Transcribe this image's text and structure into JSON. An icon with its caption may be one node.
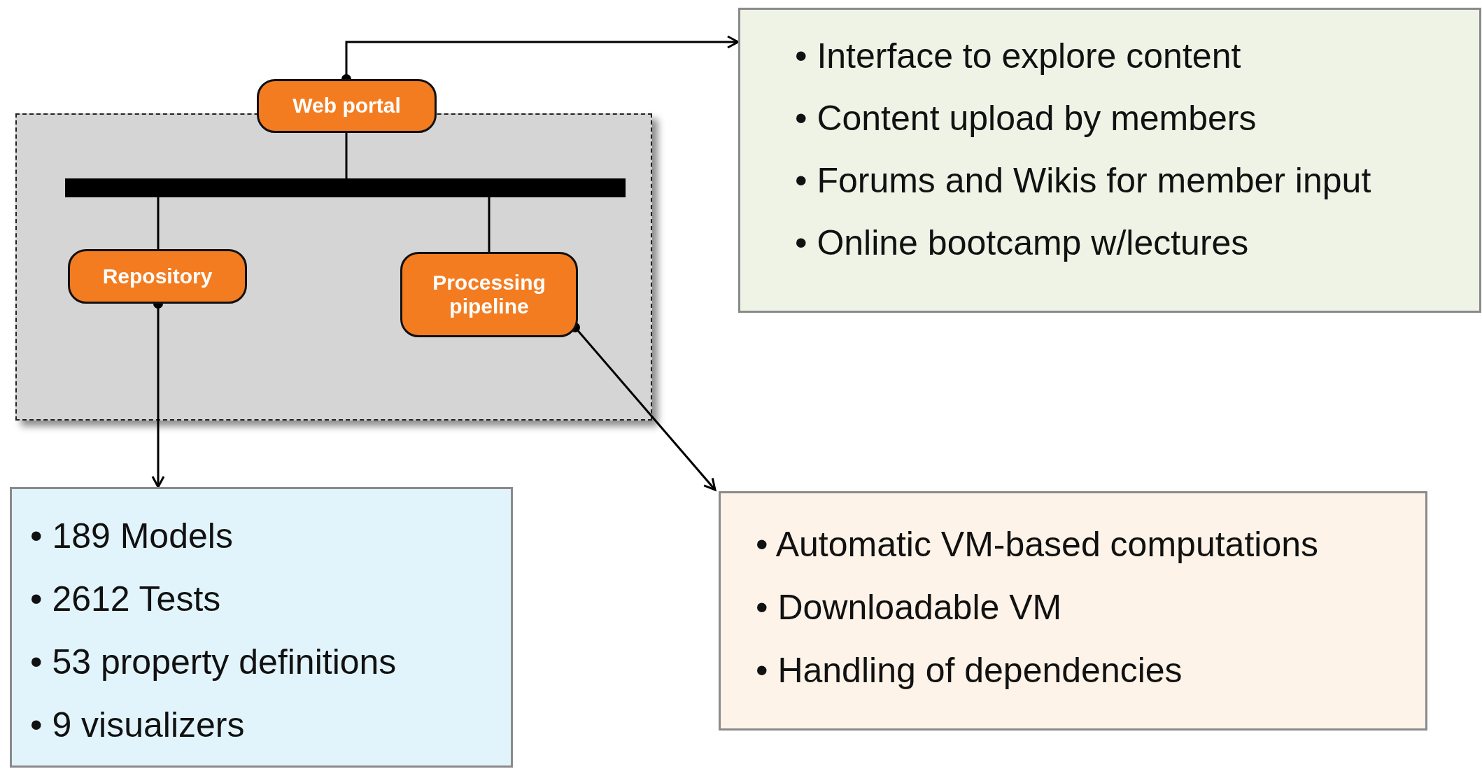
{
  "diagram": {
    "nodes": [
      {
        "text": [],
        "shape": "box"
      },
      {
        "text": [
          "Web portal"
        ]
      },
      {
        "text": [],
        "shape": "bar",
        "in": 0
      },
      {
        "text": [
          "Repository"
        ],
        "in": 0
      },
      {
        "text": [
          "Processing pipeline"
        ],
        "in": 0
      },
      {
        "text": [
          "• Interface to explore content",
          "• Content upload by members",
          "• Forums and Wikis for member input",
          "• Online bootcamp w/lectures"
        ]
      },
      {
        "text": [
          "• 189 Models",
          "• 2612 Tests",
          "• 53 property definitions",
          "• 9 visualizers"
        ]
      },
      {
        "text": [
          "• Automatic VM-based computations",
          "• Downloadable VM",
          "• Handling of dependencies"
        ]
      }
    ],
    "edges": [
      {
        "from": 1,
        "to": 5,
        "arrow": "to"
      },
      {
        "from": 1,
        "to": 2,
        "arrow": "none"
      },
      {
        "from": 2,
        "to": 3,
        "arrow": "none"
      },
      {
        "from": 2,
        "to": 4,
        "arrow": "none"
      },
      {
        "from": 3,
        "to": 6,
        "arrow": "to"
      },
      {
        "from": 4,
        "to": 7,
        "arrow": "to"
      }
    ]
  }
}
